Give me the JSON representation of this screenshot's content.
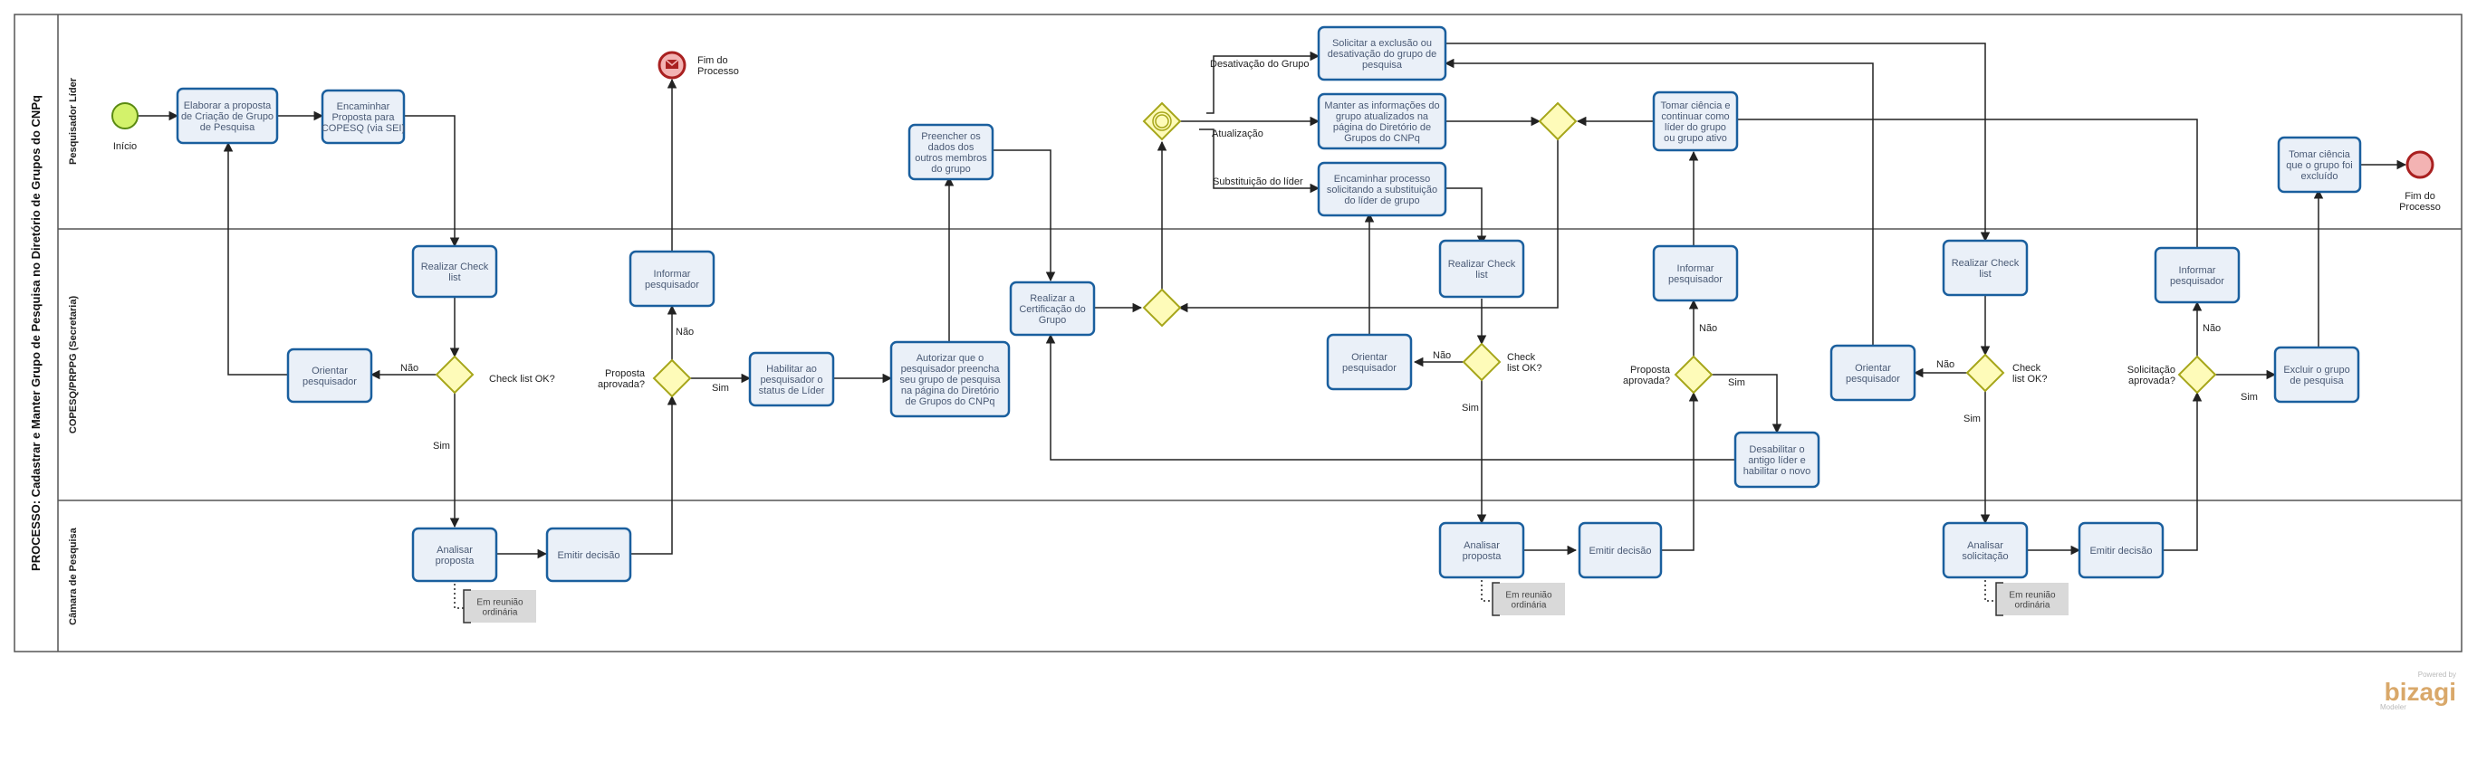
{
  "process_title": "PROCESSO: Cadastrar e Manter Grupo de Pesquisa no Diretório de Grupos do CNPq",
  "lanes": [
    "Pesquisador Líder",
    "COPESQ/PRPPG (Secretaria)",
    "Câmara de Pesquisa"
  ],
  "events": {
    "start": "Início",
    "end1": "Fim do\nProcesso",
    "end2": "Fim do\nProcesso"
  },
  "tasks": {
    "t1": "Elaborar a proposta\nde Criação de Grupo\nde Pesquisa",
    "t2": "Encaminhar\nProposta para\nCOPESQ (via SEI)",
    "t3": "Realizar Check\nlist",
    "t4": "Orientar\npesquisador",
    "t5": "Analisar\nproposta",
    "t6": "Emitir decisão",
    "t7": "Informar\npesquisador",
    "t8": "Habilitar ao\npesquisador o\nstatus de Líder",
    "t9": "Autorizar que o\npesquisador preencha\nseu grupo de pesquisa\nna página do Diretório\nde Grupos do CNPq",
    "t10": "Preencher os\ndados dos\noutros membros\ndo grupo",
    "t11": "Realizar a\nCertificação do\nGrupo",
    "t12": "Solicitar a exclusão ou\ndesativação do grupo de\npesquisa",
    "t13": "Manter as informações do\ngrupo atualizados na\npágina do Diretório de\nGrupos do CNPq",
    "t14": "Encaminhar processo\nsolicitando a substituição\ndo líder de grupo",
    "t15": "Orientar\npesquisador",
    "t16": "Realizar Check\nlist",
    "t17": "Analisar\nproposta",
    "t18": "Emitir decisão",
    "t19": "Informar\npesquisador",
    "t20": "Tomar ciência e\ncontinuar como\nlíder do grupo\nou grupo ativo",
    "t21": "Desabilitar o\nantigo líder e\nhabilitar o novo",
    "t22": "Orientar\npesquisador",
    "t23": "Realizar Check\nlist",
    "t24": "Analisar\nsolicitação",
    "t25": "Emitir decisão",
    "t26": "Informar\npesquisador",
    "t27": "Excluir o grupo\nde pesquisa",
    "t28": "Tomar ciência\nque o grupo foi\nexcluído"
  },
  "gateways": {
    "g1": "Check list OK?",
    "g2": "Proposta\naprovada?",
    "g3": "",
    "g4": "",
    "g5": "",
    "g6": "Check\nlist OK?",
    "g7": "Proposta\naprovada?",
    "g8": "Check\nlist OK?",
    "g9": "Solicitação\naprovada?"
  },
  "flow_labels": {
    "nao1": "Não",
    "sim1": "Sim",
    "nao2": "Não",
    "sim2": "Sim",
    "desativacao": "Desativação do Grupo",
    "atualizacao": "Atualização",
    "substituicao": "Substituição do líder",
    "nao3": "Não",
    "sim3": "Sim",
    "nao4": "Não",
    "sim4": "Sim",
    "nao5": "Não",
    "sim5": "Sim",
    "nao6": "Não",
    "sim6": "Sim"
  },
  "annotations": {
    "a1": "Em reunião\nordinária",
    "a2": "Em reunião\nordinária",
    "a3": "Em reunião\nordinária"
  },
  "brand": {
    "powered": "Powered by",
    "name": "bizagi",
    "sub": "Modeler"
  }
}
